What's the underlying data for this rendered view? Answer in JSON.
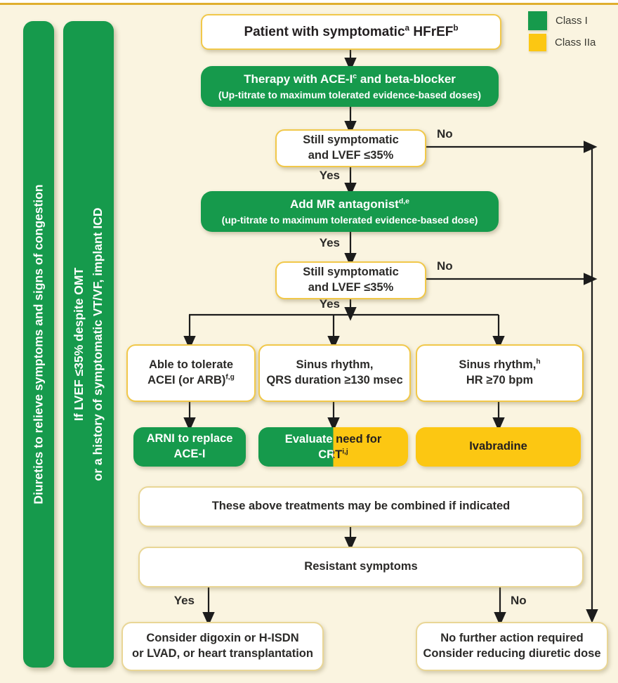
{
  "legend": {
    "class1_label": "Class I",
    "class2a_label": "Class IIa"
  },
  "colors": {
    "class1_green": "#169a4c",
    "class2a_yellow": "#fcc712",
    "background_cream": "#faf4e0",
    "box_border_gold": "#f1c84a",
    "top_rule_gold": "#dfae2e",
    "arrow_black": "#1c1c1c"
  },
  "labels": {
    "yes": "Yes",
    "no": "No"
  },
  "sidebars": {
    "diuretics": "Diuretics to relieve symptoms and signs of congestion",
    "icd_line1": "If LVEF ≤35% despite OMT",
    "icd_line2": "or a history of symptomatic VT/VF, implant ICD"
  },
  "nodes": {
    "patient": {
      "t1": "Patient with symptomatic",
      "s1": "a",
      "t2": " HFrEF",
      "s2": "b"
    },
    "therapy": {
      "l1t1": "Therapy with ACE-I",
      "l1s1": "c",
      "l1t2": " and beta-blocker",
      "l2": "(Up-titrate to maximum tolerated evidence-based doses)"
    },
    "sympt1": {
      "l1": "Still symptomatic",
      "l2": "and LVEF ≤35%"
    },
    "mra": {
      "l1t1": "Add MR antagonist",
      "l1s1": "d,e",
      "l2": "(up-titrate to maximum tolerated evidence-based dose)"
    },
    "sympt2": {
      "l1": "Still symptomatic",
      "l2": "and LVEF ≤35%"
    },
    "tolerate": {
      "l1": "Able to tolerate",
      "l2t1": "ACEI (or ARB)",
      "l2s1": "f,g"
    },
    "qrs": {
      "l1": "Sinus rhythm,",
      "l2": "QRS duration ≥130 msec"
    },
    "hr": {
      "l1t1": "Sinus rhythm,",
      "l1s1": "h",
      "l2": "HR ≥70 bpm"
    },
    "arni": {
      "l1": "ARNI to replace",
      "l2": "ACE-I"
    },
    "crt": {
      "l1": "Evaluate need for",
      "l2t1": "CRT",
      "l2s1": "i,j"
    },
    "ivabradine": {
      "l1": "Ivabradine"
    },
    "combine": {
      "l1": "These above treatments may be combined if indicated"
    },
    "resistant": {
      "l1": "Resistant symptoms"
    },
    "digoxin": {
      "l1": "Consider digoxin or H-ISDN",
      "l2": "or LVAD, or heart transplantation"
    },
    "no_action": {
      "l1": "No further action required",
      "l2": "Consider reducing diuretic dose"
    }
  }
}
